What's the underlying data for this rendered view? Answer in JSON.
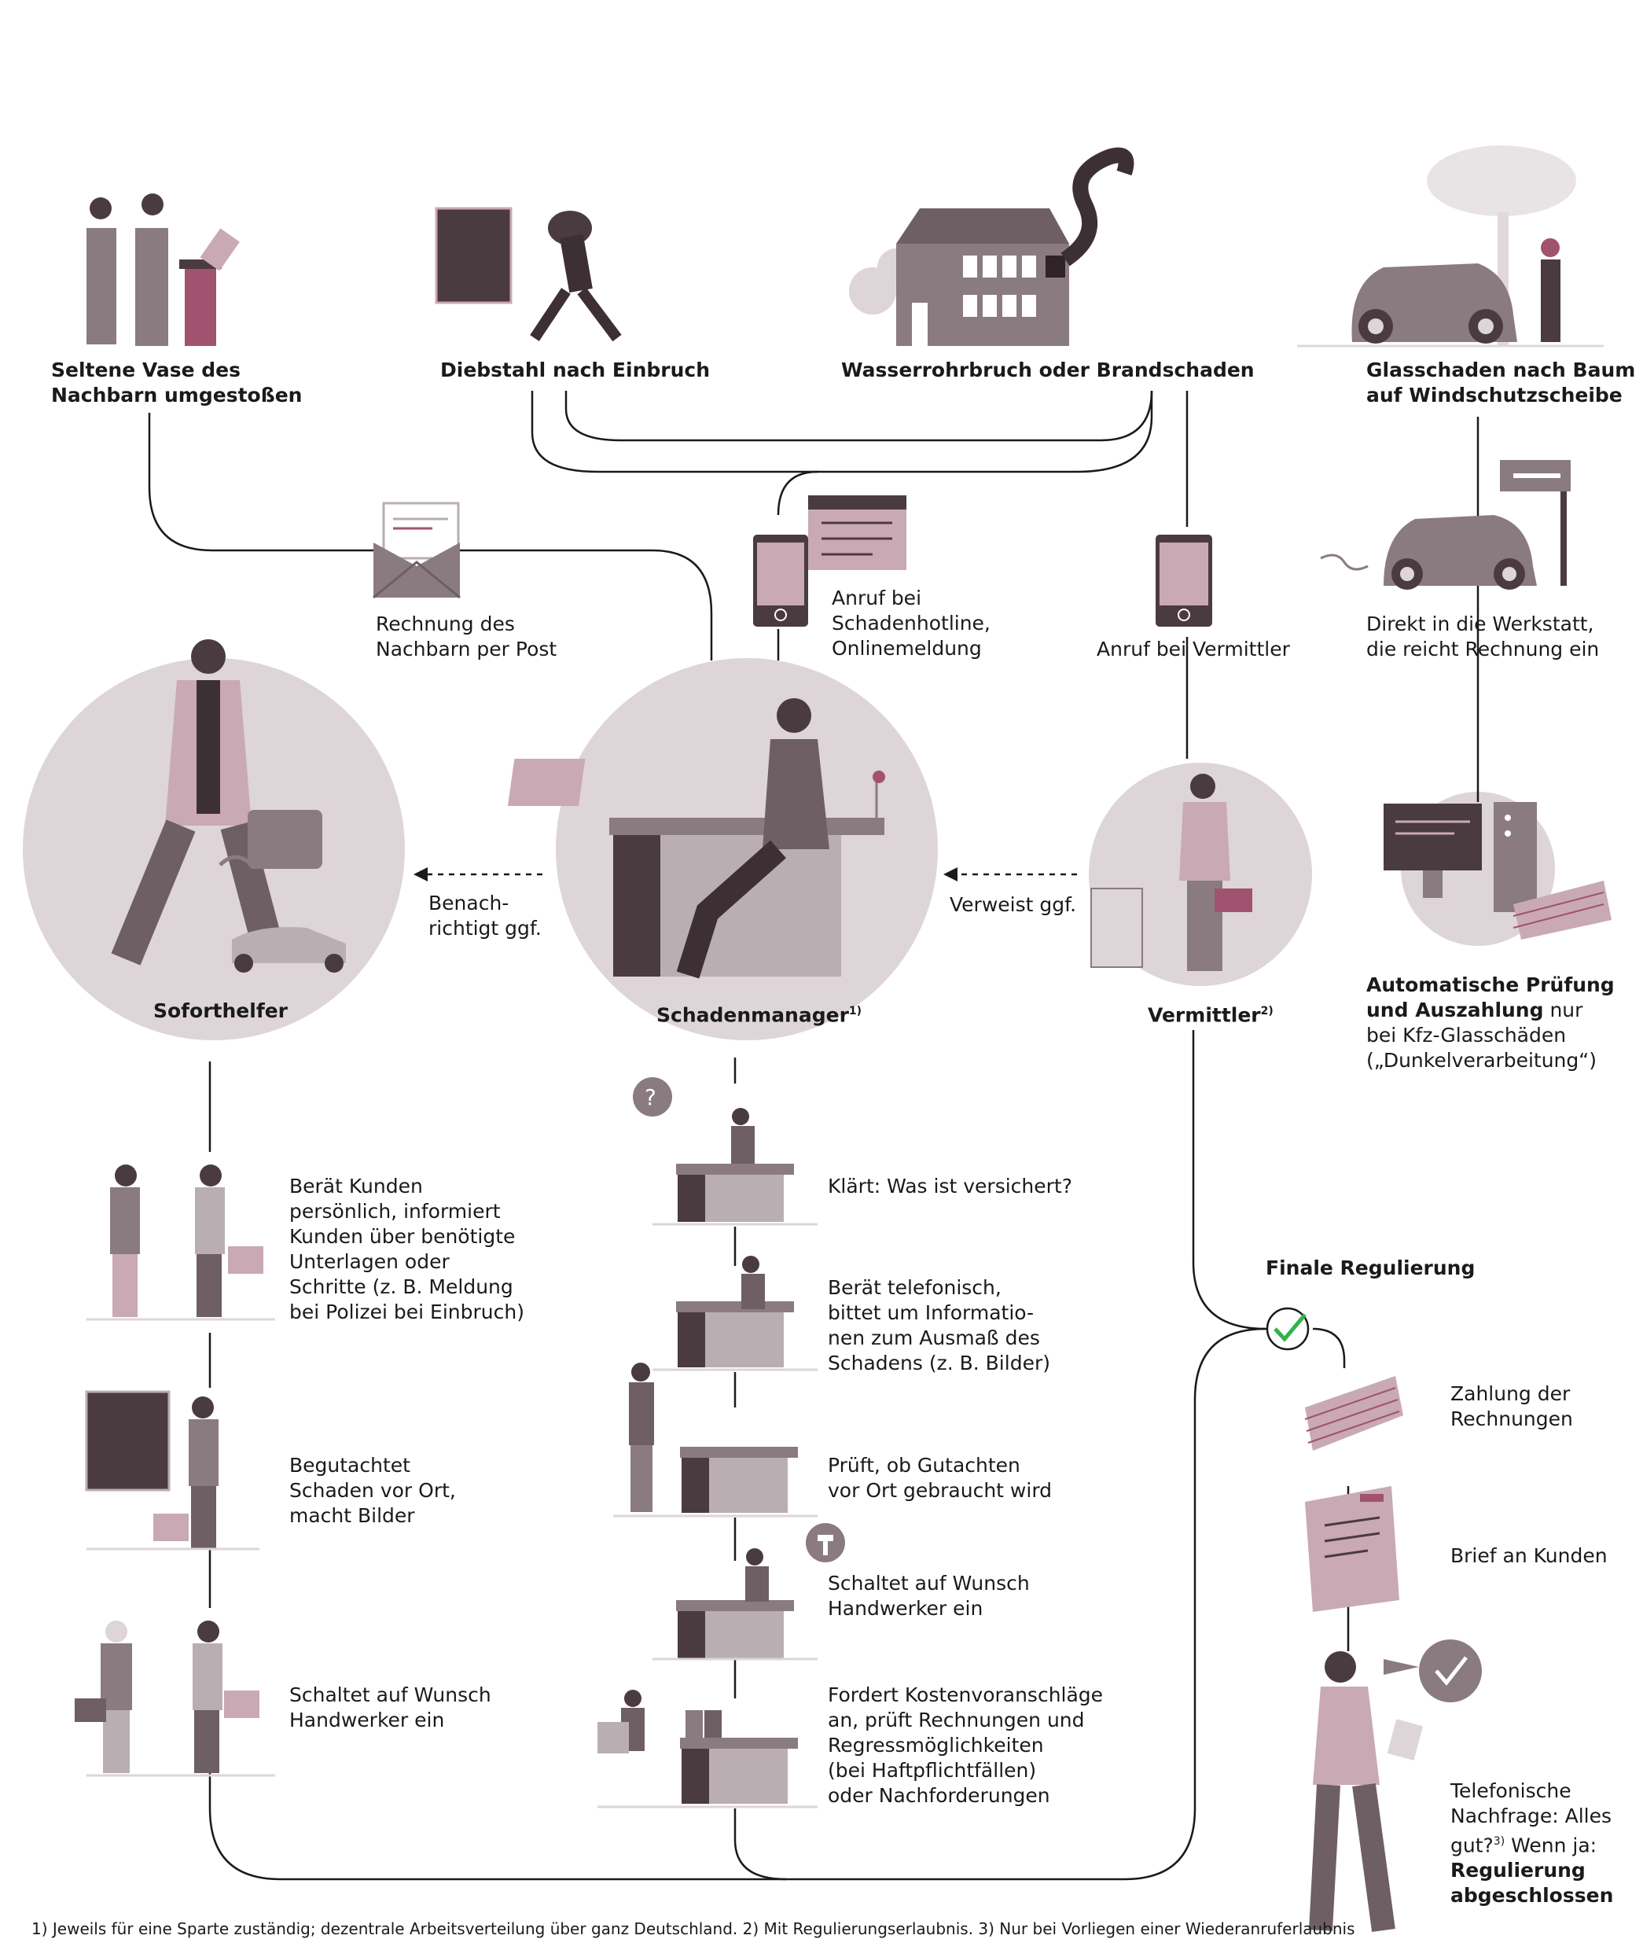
{
  "scenarios": {
    "vase": [
      "Seltene Vase des",
      "Nachbarn umgestoßen"
    ],
    "theft": "Diebstahl nach Einbruch",
    "water": "Wasserrohrbruch oder Brandschaden",
    "glass": [
      "Glasschaden nach Baum",
      "auf Windschutzscheibe"
    ]
  },
  "channels": {
    "post": [
      "Rechnung des",
      "Nachbarn per Post"
    ],
    "hotline": [
      "Anruf bei",
      "Schadenhotline,",
      "Onlinemeldung"
    ],
    "agent_call": "Anruf bei Vermittler",
    "workshop": [
      "Direkt in die Werkstatt,",
      "die reicht Rechnung ein"
    ]
  },
  "roles": {
    "sofort": "Soforthelfer",
    "manager": "Schadenmanager",
    "manager_sup": "1)",
    "vermittler": "Vermittler",
    "vermittler_sup": "2)"
  },
  "arrows": {
    "notify": [
      "Benach-",
      "richtigt ggf."
    ],
    "refer": "Verweist ggf."
  },
  "auto": {
    "bold": [
      "Automatische Prüfung",
      "und Auszahlung"
    ],
    "rest": [
      " nur",
      "bei Kfz-Glasschäden",
      "(„Dunkelverarbeitung“)"
    ]
  },
  "sofort_steps": [
    [
      "Berät Kunden",
      "persönlich, informiert",
      "Kunden über benötigte",
      "Unterlagen oder",
      "Schritte (z. B. Meldung",
      "bei Polizei bei Einbruch)"
    ],
    [
      "Begutachtet",
      "Schaden vor Ort,",
      "macht Bilder"
    ],
    [
      "Schaltet auf Wunsch",
      "Handwerker ein"
    ]
  ],
  "manager_steps": [
    [
      "Klärt: Was ist versichert?"
    ],
    [
      "Berät telefonisch,",
      "bittet um Informatio-",
      "nen zum Ausmaß des",
      "Schadens (z. B. Bilder)"
    ],
    [
      "Prüft, ob Gutachten",
      "vor Ort gebraucht wird"
    ],
    [
      "Schaltet auf Wunsch",
      "Handwerker ein"
    ],
    [
      "Fordert Kostenvoranschläge",
      "an, prüft Rechnungen und",
      "Regressmöglichkeiten",
      "(bei Haftpflichtfällen)",
      "oder Nachforderungen"
    ]
  ],
  "final": {
    "title": "Finale Regulierung",
    "payment": [
      "Zahlung der",
      "Rechnungen"
    ],
    "letter": "Brief an Kunden",
    "call": [
      "Telefonische",
      "Nachfrage: Alles",
      "gut?"
    ],
    "call_sup": "3)",
    "call_tail": " Wenn ja:",
    "done": [
      "Regulierung",
      "abgeschlossen"
    ]
  },
  "footnote": "1) Jeweils für eine Sparte zuständig; dezentrale Arbeitsverteilung über ganz Deutschland. 2) Mit Regulierungserlaubnis. 3) Nur bei Vorliegen einer Wiederanruferlaubnis",
  "colors": {
    "accent": "#a0526f",
    "mauve": "#c9a9b4",
    "dark": "#4a3b41",
    "circle": "#ddd5d7",
    "check": "#2fb34a"
  }
}
